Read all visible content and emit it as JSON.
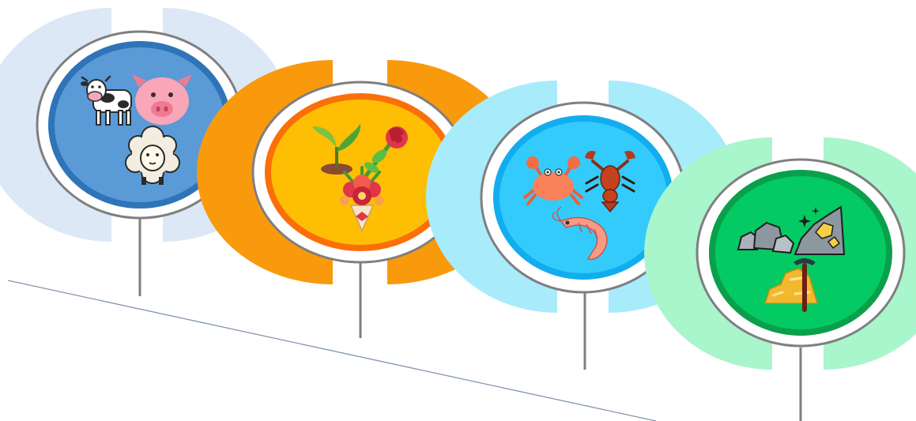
{
  "diagram": {
    "nodes": [
      {
        "id": "livestock",
        "icons": [
          "cow-icon",
          "pig-icon",
          "sheep-icon"
        ],
        "colors": {
          "halo": "#dce8f5",
          "ring": "#2f74b8",
          "fill": "#5a9ad6"
        }
      },
      {
        "id": "plants",
        "icons": [
          "sprout-icon",
          "rose-icon",
          "bouquet-icon"
        ],
        "colors": {
          "halo": "#f99a0c",
          "ring": "#fb6f09",
          "fill": "#febe04"
        }
      },
      {
        "id": "seafood",
        "icons": [
          "crab-icon",
          "lobster-icon",
          "shrimp-icon"
        ],
        "colors": {
          "halo": "#a8ecfc",
          "ring": "#12adef",
          "fill": "#33cbfb"
        }
      },
      {
        "id": "minerals",
        "icons": [
          "rocks-icon",
          "gold-ore-icon",
          "pickaxe-gold-icon"
        ],
        "colors": {
          "halo": "#a9f5cc",
          "ring": "#0aa04b",
          "fill": "#04ca63"
        }
      }
    ],
    "line_colors": {
      "stem": "#7f7f7f",
      "baseline": "#8296b0"
    }
  }
}
